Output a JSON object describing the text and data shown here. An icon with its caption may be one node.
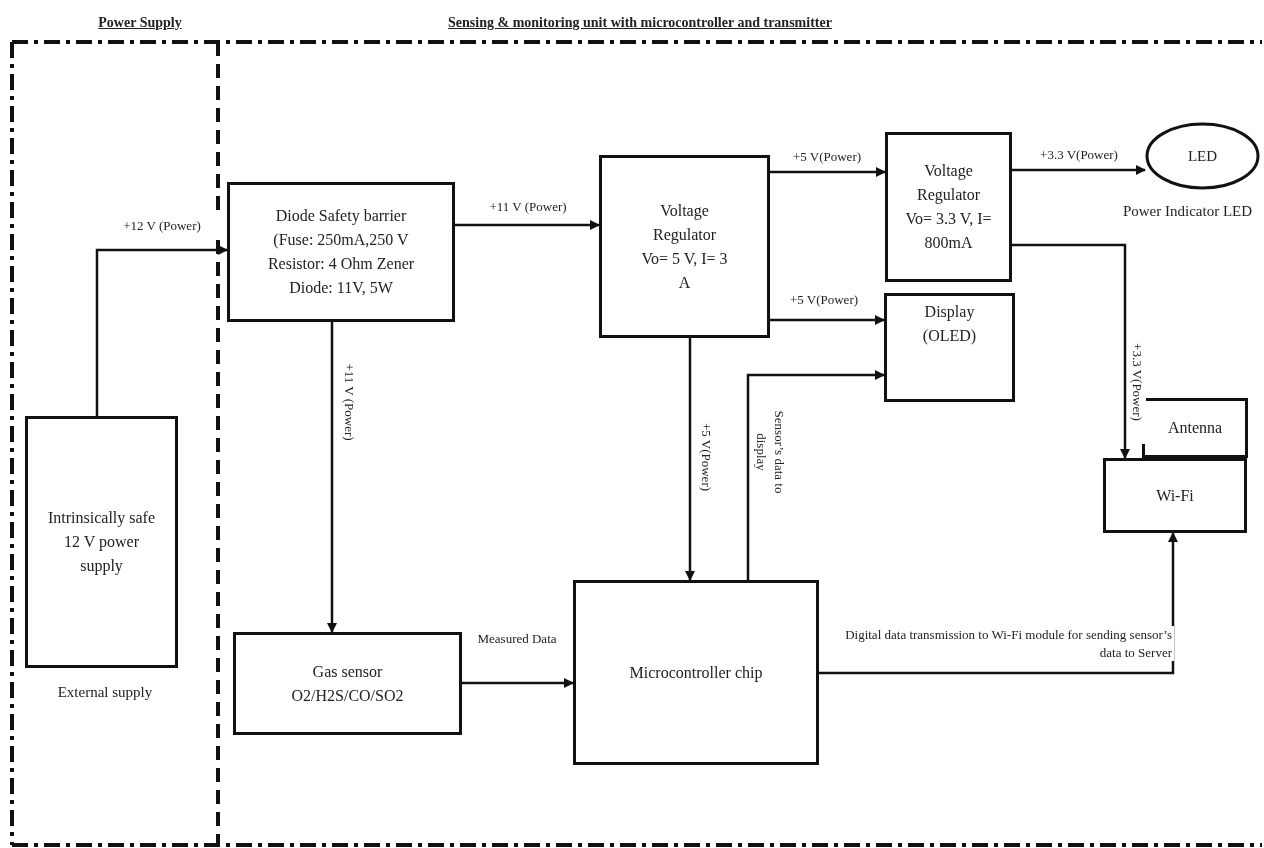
{
  "diagram": {
    "nodes": [
      {
        "text": [
          "Power Supply"
        ]
      },
      {
        "text": [
          "Sensing & monitoring unit with microcontroller and transmitter"
        ]
      },
      {
        "text": [
          "Intrinsically safe 12 V power supply"
        ],
        "in": 0,
        "beside": [
          "External supply"
        ]
      },
      {
        "text": [
          "Diode Safety barrier",
          "(Fuse: 250mA,250 V Resistor: 4 Ohm Zener Diode: 11V, 5W"
        ],
        "in": 1
      },
      {
        "text": [
          "Voltage Regulator",
          "Vo= 5 V, I= 3 A"
        ],
        "in": 1
      },
      {
        "text": [
          "Voltage Regulator",
          "Vo= 3.3 V, I= 800mA"
        ],
        "in": 1
      },
      {
        "text": [
          "LED"
        ],
        "in": 1,
        "beside": [
          "Power Indicator LED"
        ]
      },
      {
        "text": [
          "Display (OLED)"
        ],
        "in": 1
      },
      {
        "text": [
          "Antenna"
        ],
        "in": 1
      },
      {
        "text": [
          "Wi-Fi"
        ],
        "in": 1
      },
      {
        "text": [
          "Gas sensor",
          "O2/H2S/CO/SO2"
        ],
        "in": 1
      },
      {
        "text": [
          "Microcontroller chip"
        ],
        "in": 1
      }
    ],
    "edges": [
      {
        "from": 2,
        "to": 3,
        "arrow": "to",
        "label": "+12 V (Power)"
      },
      {
        "from": 3,
        "to": 4,
        "arrow": "to",
        "label": "+11 V (Power)"
      },
      {
        "from": 3,
        "to": 10,
        "arrow": "to",
        "label": "+11 V (Power)"
      },
      {
        "from": 4,
        "to": 5,
        "arrow": "to",
        "label": "+5 V(Power)"
      },
      {
        "from": 4,
        "to": 7,
        "arrow": "to",
        "label": "+5 V(Power)"
      },
      {
        "from": 4,
        "to": 11,
        "arrow": "to",
        "label": "+5 V(Power)"
      },
      {
        "from": 11,
        "to": 7,
        "arrow": "to",
        "label": "Sensor’s data to display"
      },
      {
        "from": 5,
        "to": 6,
        "arrow": "to",
        "label": "+3.3 V(Power)"
      },
      {
        "from": 5,
        "to": 9,
        "arrow": "to",
        "label": "+3.3 V(Power)"
      },
      {
        "from": 10,
        "to": 11,
        "arrow": "to",
        "label": "Measured Data"
      },
      {
        "from": 11,
        "to": 9,
        "arrow": "to",
        "label": "Digital data transmission to Wi-Fi module for sending sensor’s data to Server"
      }
    ]
  }
}
